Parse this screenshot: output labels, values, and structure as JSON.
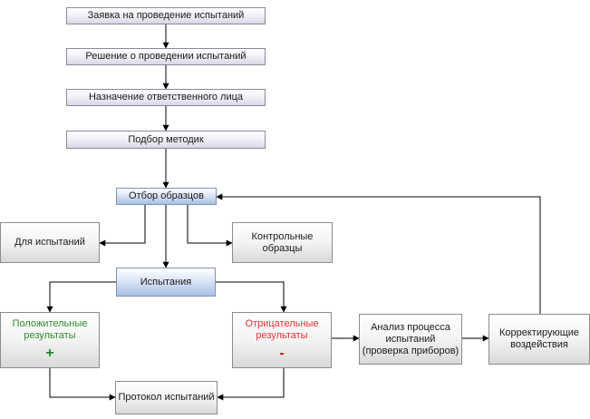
{
  "nodes": {
    "request": "Заявка на проведение испытаний",
    "decision": "Решение о проведении испытаний",
    "assign": "Назначение ответственного лица",
    "methods": "Подбор методик",
    "sampling": "Отбор образцов",
    "for_tests": "Для испытаний",
    "control_samples": "Контрольные\nобразцы",
    "tests": "Испытания",
    "positive": "Положительные\nрезультаты",
    "positive_sign": "+",
    "negative": "Отрицательные\nрезультаты",
    "negative_sign": "-",
    "analysis": "Анализ процесса\nиспытаний\n(проверка приборов)",
    "corrective": "Корректирующие\nвоздействия",
    "protocol": "Протокол испытаний"
  },
  "colors": {
    "positive_text": "#2e8b2e",
    "negative_text": "#e53030",
    "connector": "#000000"
  }
}
